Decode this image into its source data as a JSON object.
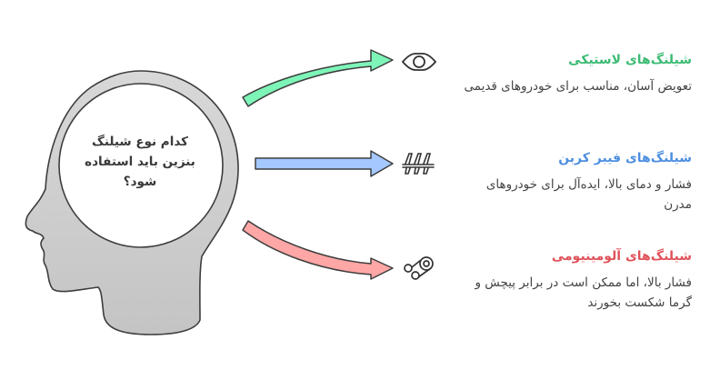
{
  "question": {
    "text": "کدام نوع شیلنگ بنزین باید استفاده شود؟"
  },
  "options": [
    {
      "title": "شیلنگ‌های لاستیکی",
      "description": "تعویض آسان، مناسب برای خودروهای قدیمی",
      "color": "#3dbb74",
      "arrow_fill": "#7ef5b8",
      "icon": "eye-icon"
    },
    {
      "title": "شیلنگ‌های فیبر کربن",
      "description": "فشار و دمای بالا، ایده‌آل برای خودروهای مدرن",
      "color": "#4d8fe0",
      "arrow_fill": "#a4c8ff",
      "icon": "carbon-fiber-icon"
    },
    {
      "title": "شیلنگ‌های آلومینیومی",
      "description": "فشار بالا، اما ممکن است در برابر پیچش و گرما شکست بخورند",
      "color": "#e0525a",
      "arrow_fill": "#ffa6a6",
      "icon": "belt-pulley-icon"
    }
  ],
  "colors": {
    "head_fill": "#d2d2d2",
    "head_stroke": "#3d3d3d",
    "bubble_fill": "#ffffff",
    "text_dark": "#3a3a3a"
  }
}
